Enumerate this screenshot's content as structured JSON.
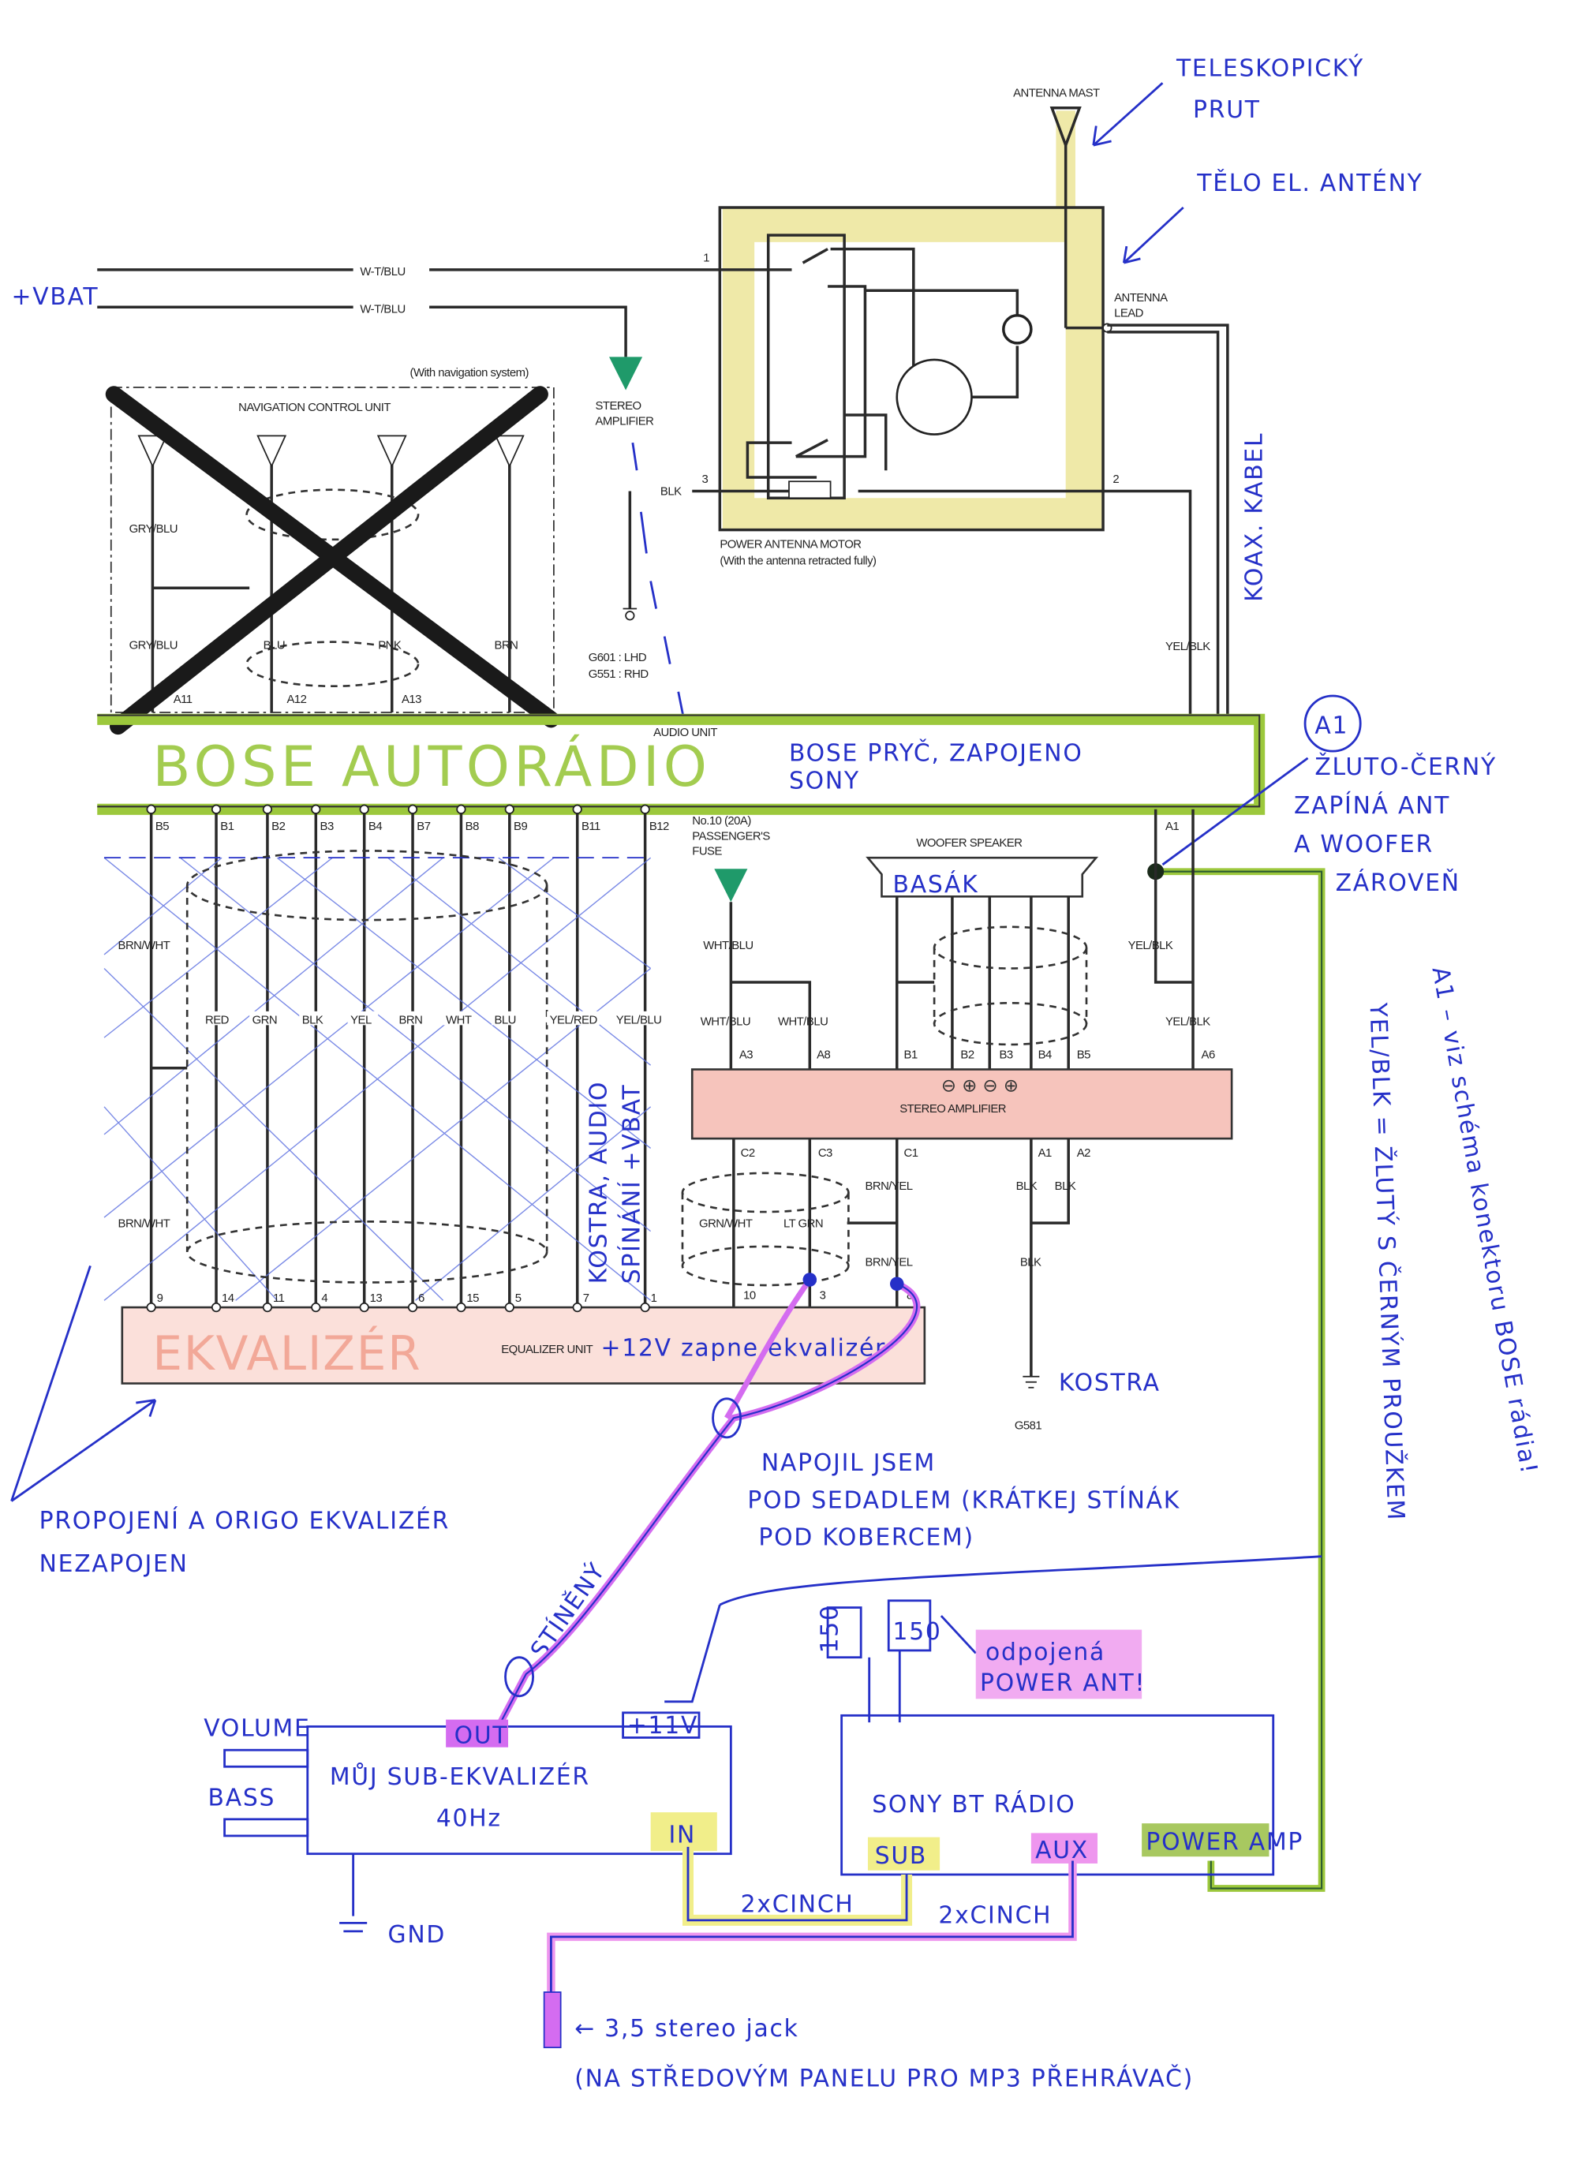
{
  "colors": {
    "pen": "#2530c8",
    "green_marker": "#9cc83c",
    "yellow_marker": "#f1ee8a",
    "pink_marker": "#f4b8b0",
    "violet_marker": "#d46cf0",
    "wire": "#2a2a2a"
  },
  "antenna": {
    "mast_label": "ANTENNA MAST",
    "lead_label": [
      "ANTENNA",
      "LEAD"
    ],
    "motor_label": "POWER ANTENNA MOTOR",
    "motor_note": "(With the antenna retracted fully)",
    "pin_1": "1",
    "pin_2": "2",
    "pin_3": "3",
    "blk_label": "BLK",
    "note_teleskop": [
      "TELESKOPICKÝ",
      "PRUT"
    ],
    "note_telo": "TĚLO EL. ANTÉNY",
    "note_koax": "KOAX. KABEL"
  },
  "power": {
    "vbat": "+VBAT",
    "wire_1": "W-T/BLU",
    "wire_2": "W-T/BLU",
    "stereo_amp_ref": [
      "STEREO",
      "AMPLIFIER"
    ],
    "ground_refs": [
      "G601 : LHD",
      "G551 : RHD"
    ]
  },
  "navigation": {
    "note": "(With navigation system)",
    "title": "NAVIGATION CONTROL UNIT",
    "wires_top": [
      "GRY/BLU"
    ],
    "wires_bottom": [
      "GRY/BLU",
      "BLU",
      "PNK",
      "BRN"
    ],
    "pins": [
      "A11",
      "A12",
      "A13"
    ]
  },
  "audio_unit": {
    "handwritten_title": "BOSE AUTORÁDIO",
    "label": "AUDIO UNIT",
    "note": [
      "BOSE PRYČ, ZAPOJENO",
      "SONY"
    ],
    "yel_blk": "YEL/BLK",
    "pins_b": [
      "B5",
      "B1",
      "B2",
      "B3",
      "B4",
      "B7",
      "B8",
      "B9",
      "B11",
      "B12"
    ],
    "pin_a1": "A1"
  },
  "a1_note": {
    "badge": "A1",
    "lines": [
      "ŽLUTO-ČERNÝ",
      "ZAPÍNÁ ANT",
      "A WOOFER",
      "ZÁROVEŇ"
    ],
    "side_note": "A1 – viz schéma konektoru BOSE rádia!",
    "side_note_2": "YEL/BLK = ŽLUTÝ S ČERNÝM PROUŽKEM"
  },
  "harness": {
    "brn_wht": [
      "BRN/WHT",
      "BRN/WHT"
    ],
    "wire_labels": [
      "RED",
      "GRN",
      "BLK",
      "YEL",
      "BRN",
      "WHT",
      "BLU",
      "YEL/RED",
      "YEL/BLU"
    ],
    "eq_pins": [
      "9",
      "14",
      "11",
      "4",
      "13",
      "6",
      "15",
      "5",
      "7",
      "1"
    ],
    "note_vertical": [
      "KOSTRA, AUDIO",
      "SPÍNÁNÍ +VBAT"
    ]
  },
  "fuse": {
    "label": [
      "No.10 (20A)",
      "PASSENGER'S",
      "FUSE"
    ],
    "wire": "WHT/BLU"
  },
  "woofer": {
    "label": "WOOFER SPEAKER",
    "handwritten": "BASÁK"
  },
  "amplifier": {
    "title": "STEREO AMPLIFIER",
    "terminals": "⊖ ⊕ ⊖ ⊕",
    "top_wires": [
      "WHT/BLU",
      "WHT/BLU",
      "YEL/BLK",
      "YEL/BLK"
    ],
    "top_pins": [
      "A3",
      "A8",
      "B1",
      "B2",
      "B3",
      "B4",
      "B5",
      "A6"
    ],
    "bottom_pins": [
      "C2",
      "C3",
      "C1",
      "A1",
      "A2"
    ],
    "bottom_wires": [
      "BRN/YEL",
      "BLK",
      "BLK",
      "GRN/WHT",
      "LT GRN",
      "BLK",
      "BRN/YEL"
    ],
    "eq_pins": [
      "10",
      "3",
      "8"
    ]
  },
  "equalizer": {
    "handwritten": "EKVALIZÉR",
    "label": "EQUALIZER UNIT",
    "note": "+12V zapne ekvalizér"
  },
  "ground": {
    "note": "KOSTRA",
    "ref": "G581"
  },
  "notes": {
    "napojil": [
      "NAPOJIL JSEM",
      "POD SEDADLEM (KRÁTKEJ STÍNÁK",
      "POD KOBERCEM)"
    ],
    "propojeni": [
      "PROPOJENÍ A ORIGO EKVALIZÉR",
      "NEZAPOJEN"
    ],
    "stineny": "STÍNĚNÝ",
    "odpojena": [
      "odpojená",
      "POWER ANT!"
    ],
    "fuse_values": [
      "150",
      "150"
    ]
  },
  "sub_eq": {
    "title": [
      "MŮJ SUB-EKVALIZÉR",
      "40Hz"
    ],
    "out": "OUT",
    "plus": "+11V",
    "in": "IN",
    "volume": "VOLUME",
    "bass": "BASS",
    "gnd": "GND"
  },
  "sony": {
    "title": "SONY BT RÁDIO",
    "sub": "SUB",
    "aux": "AUX",
    "power_amp": "POWER AMP",
    "cinch_1": "2xCINCH",
    "cinch_2": "2xCINCH"
  },
  "jack": {
    "label": "← 3,5 stereo jack",
    "note": "(NA STŘEDOVÝM PANELU PRO MP3 PŘEHRÁVAČ)"
  }
}
